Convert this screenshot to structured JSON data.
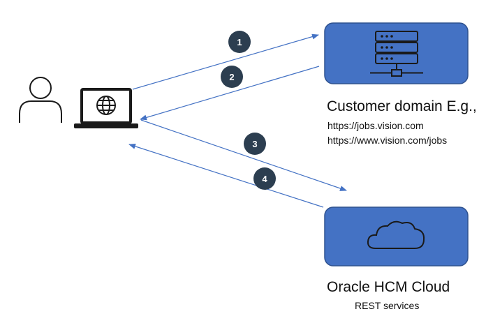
{
  "colors": {
    "box_fill": "#4472C4",
    "box_stroke": "#2F528F",
    "arrow": "#4472C4",
    "badge": "#2C3E50",
    "icon_stroke": "#1a1a1a",
    "text": "#111111"
  },
  "icons": {
    "user": "person-outline-icon",
    "laptop": "laptop-globe-icon",
    "server": "server-rack-icon",
    "cloud": "cloud-icon"
  },
  "customer": {
    "title": "Customer domain E.g.,",
    "urls": [
      "https://jobs.vision.com",
      "https://www.vision.com/jobs"
    ]
  },
  "oracle": {
    "title": "Oracle HCM Cloud",
    "subtitle": "REST services"
  },
  "steps": [
    {
      "label": "1"
    },
    {
      "label": "2"
    },
    {
      "label": "3"
    },
    {
      "label": "4"
    }
  ]
}
